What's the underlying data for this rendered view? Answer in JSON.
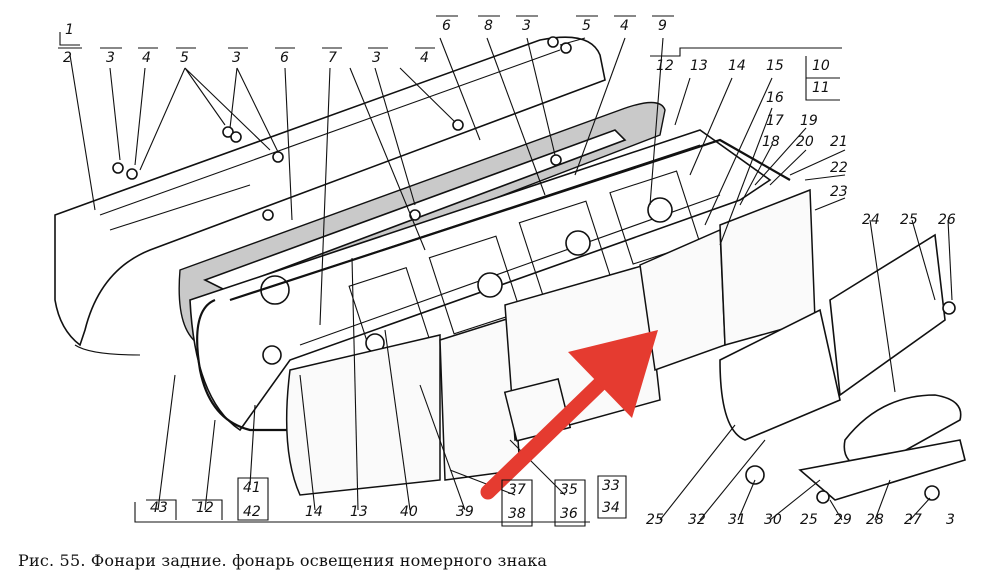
{
  "caption": "Рис. 55. Фонари задние. фонарь освещения номерного знака",
  "arrow_color": "#e53b30",
  "labels": {
    "n1": "1",
    "n2": "2",
    "n3": "3",
    "n4": "4",
    "n5": "5",
    "n6": "6",
    "n7": "7",
    "n8": "8",
    "n9": "9",
    "n10": "10",
    "n11": "11",
    "n12": "12",
    "n13": "13",
    "n14": "14",
    "n15": "15",
    "n16": "16",
    "n17": "17",
    "n18": "18",
    "n19": "19",
    "n20": "20",
    "n21": "21",
    "n22": "22",
    "n23": "23",
    "n24": "24",
    "n25": "25",
    "n26": "26",
    "n27": "27",
    "n28": "28",
    "n29": "29",
    "n30": "30",
    "n31": "31",
    "n32": "32",
    "n33": "33",
    "n34": "34",
    "n35": "35",
    "n36": "36",
    "n37": "37",
    "n38": "38",
    "n39": "39",
    "n40": "40",
    "n41": "41",
    "n42": "42",
    "n43": "43"
  }
}
